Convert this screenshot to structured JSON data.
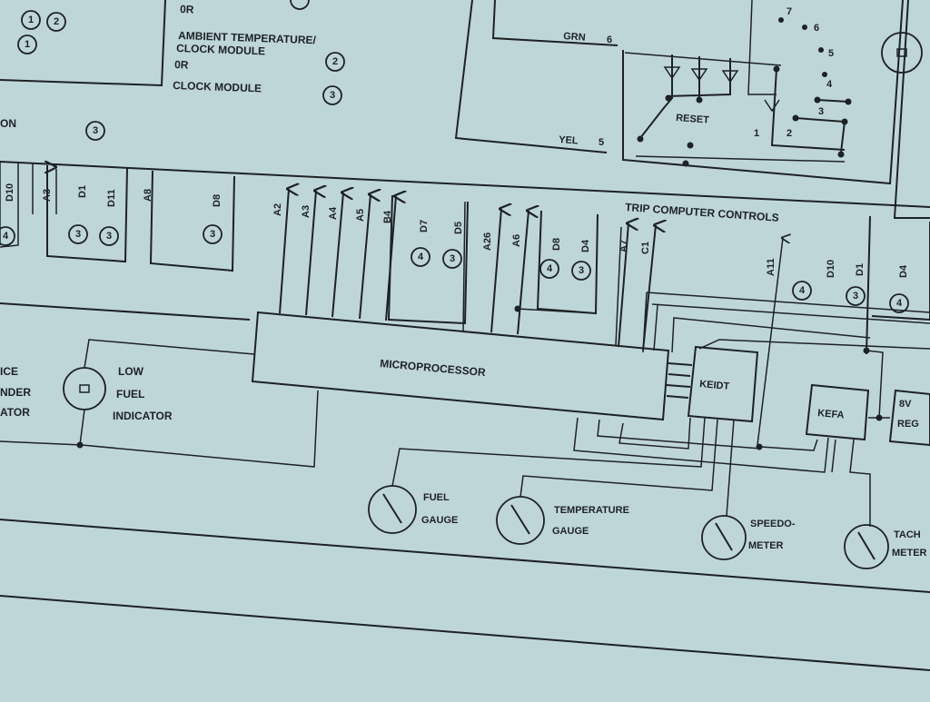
{
  "top_block": {
    "or_1": "0R",
    "ambient_clock": "AMBIENT TEMPERATURE/",
    "clock_module_1": "CLOCK MODULE",
    "or_2": "0R",
    "clock_module_2": "CLOCK MODULE",
    "note_2": "2",
    "note_3": "3",
    "fragment_on": "ON",
    "note_on": "3",
    "left_notes": [
      "1",
      "2",
      "1"
    ]
  },
  "trip_computer": {
    "title": "TRIP COMPUTER CONTROLS",
    "grn_label": "GRN",
    "grn_pin": "6",
    "yel_label": "YEL",
    "yel_pin": "5",
    "reset_label": "RESET",
    "pins": [
      "7",
      "6",
      "5",
      "4",
      "3",
      "1",
      "2"
    ]
  },
  "pins_left": [
    "D10",
    "A3",
    "D1",
    "D11",
    "A8",
    "D8"
  ],
  "pins_left_notes": [
    "3",
    "4",
    "3",
    "3"
  ],
  "pins_center": [
    "A2",
    "A3",
    "A4",
    "A5",
    "B4",
    "D7",
    "D5",
    "A26",
    "A6",
    "D8",
    "D4",
    "A7",
    "C1"
  ],
  "pins_center_notes": [
    "4",
    "3",
    "4",
    "3"
  ],
  "pins_right": [
    "A11",
    "D10",
    "D1",
    "D4"
  ],
  "pins_right_notes": [
    "4",
    "3",
    "4"
  ],
  "microprocessor": "MICROPROCESSOR",
  "keidt": "KEIDT",
  "kefa": "KEFA",
  "reg_top": "8V",
  "reg_bottom": "REG",
  "low_fuel": [
    "LOW",
    "FUEL",
    "INDICATOR"
  ],
  "left_cut_labels": [
    "ICE",
    "NDER",
    "ATOR"
  ],
  "gauges": {
    "fuel": [
      "FUEL",
      "GAUGE"
    ],
    "temperature": [
      "TEMPERATURE",
      "GAUGE"
    ],
    "speedo": [
      "SPEEDO-",
      "METER"
    ],
    "tach": [
      "TACH",
      "METER"
    ]
  }
}
